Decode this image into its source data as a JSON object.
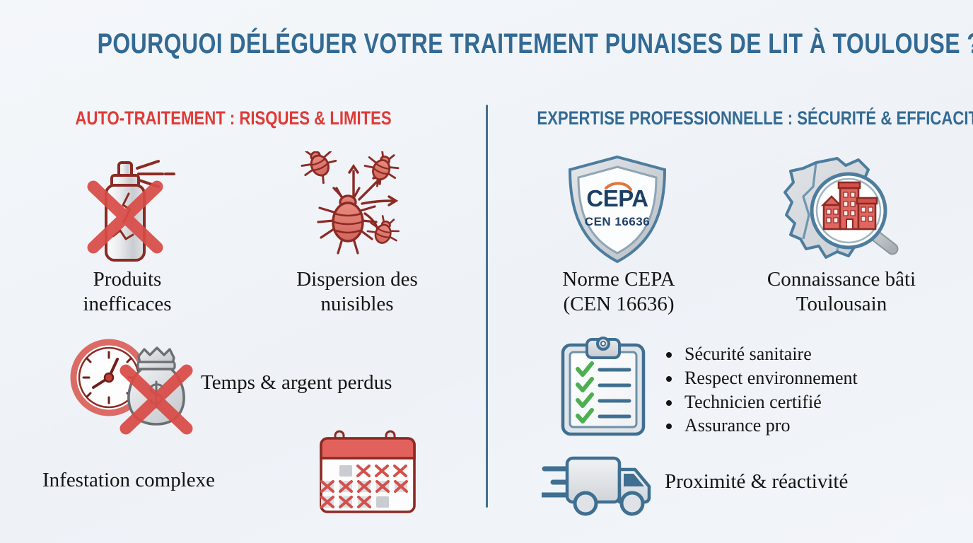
{
  "page": {
    "title": "POURQUOI DÉLÉGUER VOTRE TRAITEMENT PUNAISES DE LIT À TOULOUSE ?",
    "background_color": "#f1f5f9",
    "title_color": "#336a94",
    "divider_color": "#43708f"
  },
  "columns": {
    "left": {
      "heading": "AUTO-TRAITEMENT : RISQUES & LIMITES",
      "heading_color": "#e03a36",
      "items": [
        {
          "icon": "spray-can-crossed-out-icon",
          "label_line1": "Produits",
          "label_line2": "inefficaces"
        },
        {
          "icon": "bedbugs-dispersing-icon",
          "label_line1": "Dispersion des",
          "label_line2": "nuisibles"
        },
        {
          "icon": "clock-money-bag-crossed-out-icon",
          "label_line1": "Temps & argent perdus",
          "label_line2": ""
        },
        {
          "icon": "calendar-crosses-icon",
          "label_line1": "Infestation complexe",
          "label_line2": ""
        }
      ]
    },
    "right": {
      "heading": "EXPERTISE PROFESSIONNELLE : SÉCURITÉ & EFFICACITÉ",
      "heading_color": "#336a94",
      "items": [
        {
          "icon": "cepa-shield-badge-icon",
          "label_line1": "Norme CEPA",
          "label_line2": "(CEN 16636)"
        },
        {
          "icon": "map-magnifier-buildings-icon",
          "label_line1": "Connaissance bâti",
          "label_line2": "Toulousain"
        },
        {
          "icon": "clipboard-checklist-icon",
          "bullets": [
            "Sécurité sanitaire",
            "Respect environnement",
            "Technicien certifié",
            "Assurance pro"
          ]
        },
        {
          "icon": "delivery-truck-icon",
          "label_line1": "Proximité & réactivité",
          "label_line2": ""
        }
      ]
    }
  },
  "badge": {
    "name": "CEPA",
    "standard": "CEN 16636",
    "text_color": "#1d3f66",
    "accent_color": "#e0763a"
  },
  "palette": {
    "red": "#d94b46",
    "dark_red": "#8c2a24",
    "steel_blue": "#3f6f91",
    "grey_light": "#d9dde1",
    "green_check": "#4caf50"
  }
}
